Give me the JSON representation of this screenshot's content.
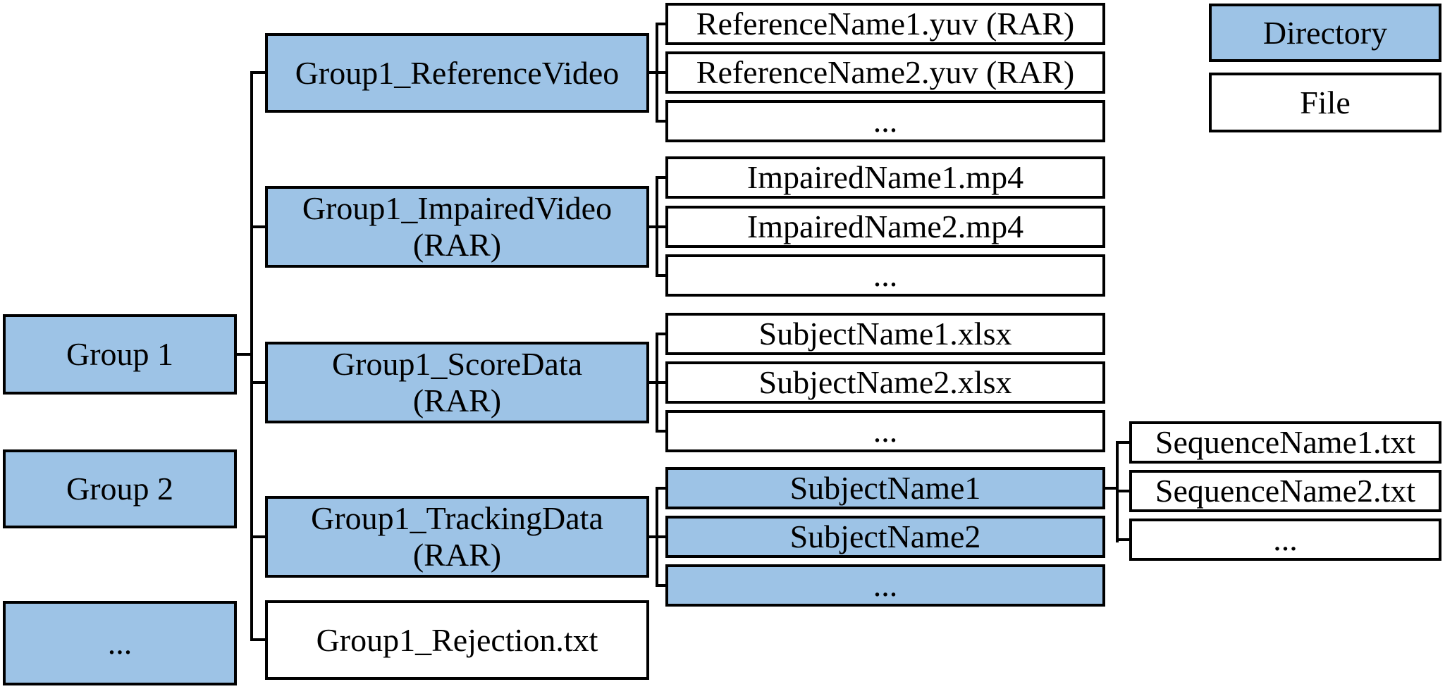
{
  "colors": {
    "directory_fill": "#9DC3E6",
    "file_fill": "#FFFFFF",
    "border_color": "#000000",
    "connector_color": "#000000"
  },
  "legend": {
    "directory_label": "Directory",
    "file_label": "File"
  },
  "root": {
    "groups": [
      {
        "label": "Group 1"
      },
      {
        "label": "Group 2"
      },
      {
        "label": "..."
      }
    ]
  },
  "group1": {
    "reference_video": {
      "label": "Group1_ReferenceVideo",
      "files": [
        "ReferenceName1.yuv (RAR)",
        "ReferenceName2.yuv (RAR)",
        "..."
      ]
    },
    "impaired_video": {
      "label": "Group1_ImpairedVideo",
      "format_note": "(RAR)",
      "files": [
        "ImpairedName1.mp4",
        "ImpairedName2.mp4",
        "..."
      ]
    },
    "score_data": {
      "label": "Group1_ScoreData",
      "format_note": "(RAR)",
      "files": [
        "SubjectName1.xlsx",
        "SubjectName2.xlsx",
        "..."
      ]
    },
    "tracking_data": {
      "label": "Group1_TrackingData",
      "format_note": "(RAR)",
      "subject_directories": [
        {
          "label": "SubjectName1",
          "files": [
            "SequenceName1.txt",
            "SequenceName2.txt",
            "..."
          ]
        },
        {
          "label": "SubjectName2"
        },
        {
          "label": "..."
        }
      ]
    },
    "rejection_file": {
      "label": "Group1_Rejection.txt"
    }
  }
}
